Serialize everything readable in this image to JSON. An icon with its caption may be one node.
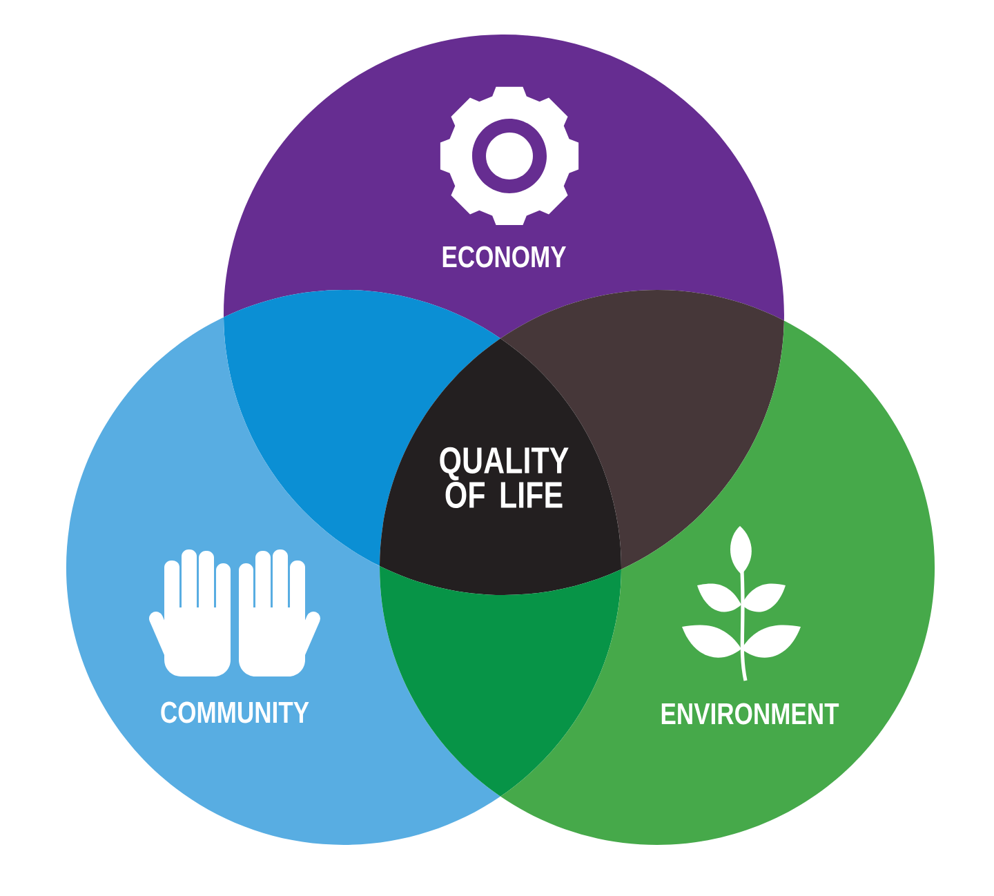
{
  "diagram": {
    "nodes": [
      {
        "text": [
          "ECONOMY"
        ]
      },
      {
        "text": [],
        "shape": "lens"
      },
      {
        "text": [],
        "shape": "lens"
      },
      {
        "text": [
          "QUALITY OF LIFE"
        ]
      },
      {
        "text": [
          "COMMUNITY"
        ]
      },
      {
        "text": [],
        "shape": "lens"
      },
      {
        "text": [
          "ENVIRONMENT"
        ]
      }
    ]
  }
}
